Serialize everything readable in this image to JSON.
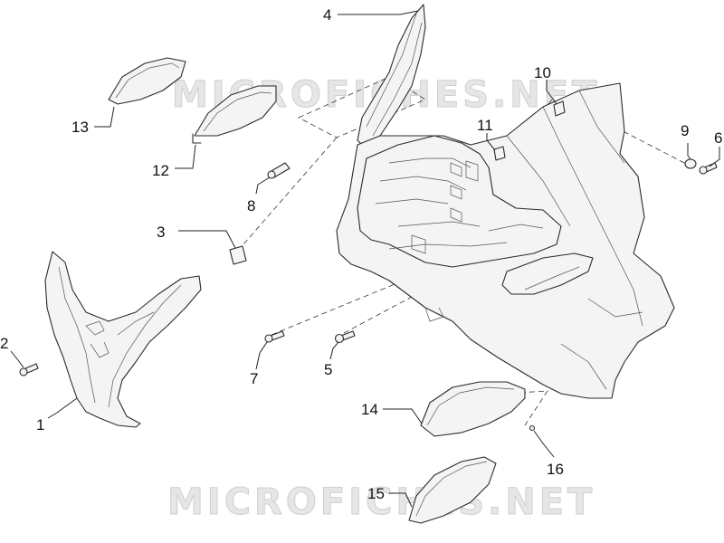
{
  "watermark": {
    "top": "MICROFICHES.NET",
    "bottom": "MICROFICHES.NET"
  },
  "callouts": [
    {
      "id": "1",
      "label": "1"
    },
    {
      "id": "2",
      "label": "2"
    },
    {
      "id": "3",
      "label": "3"
    },
    {
      "id": "4",
      "label": "4"
    },
    {
      "id": "5",
      "label": "5"
    },
    {
      "id": "6",
      "label": "6"
    },
    {
      "id": "7",
      "label": "7"
    },
    {
      "id": "8",
      "label": "8"
    },
    {
      "id": "9",
      "label": "9"
    },
    {
      "id": "10",
      "label": "10"
    },
    {
      "id": "11",
      "label": "11"
    },
    {
      "id": "12",
      "label": "12"
    },
    {
      "id": "13",
      "label": "13"
    },
    {
      "id": "14",
      "label": "14"
    },
    {
      "id": "15",
      "label": "15"
    },
    {
      "id": "16",
      "label": "16"
    }
  ]
}
